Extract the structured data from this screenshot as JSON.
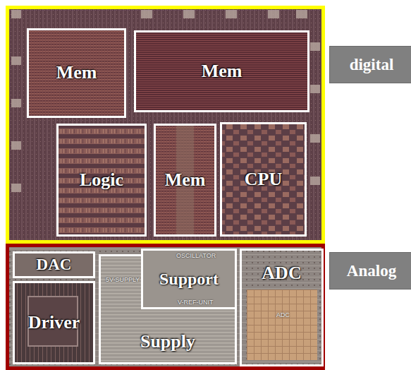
{
  "diagram": {
    "nodes": [
      {
        "text": [
          "digital"
        ]
      },
      {
        "text": [
          "Mem"
        ],
        "in": 0
      },
      {
        "text": [
          "Mem"
        ],
        "in": 0
      },
      {
        "text": [
          "Logic"
        ],
        "in": 0
      },
      {
        "text": [
          "Mem"
        ],
        "in": 0
      },
      {
        "text": [
          "CPU"
        ],
        "in": 0
      },
      {
        "text": [
          "Analog"
        ]
      },
      {
        "text": [
          "DAC"
        ],
        "in": 6
      },
      {
        "text": [
          "Driver"
        ],
        "in": 6
      },
      {
        "text": [
          "Support"
        ],
        "in": 6
      },
      {
        "text": [
          "Supply"
        ],
        "in": 6
      },
      {
        "text": [
          "ADC"
        ],
        "in": 6
      }
    ],
    "labels": [
      "5V-SUPPLY",
      "OSCILLATOR",
      "V-REF-UNIT",
      "ADC"
    ]
  }
}
